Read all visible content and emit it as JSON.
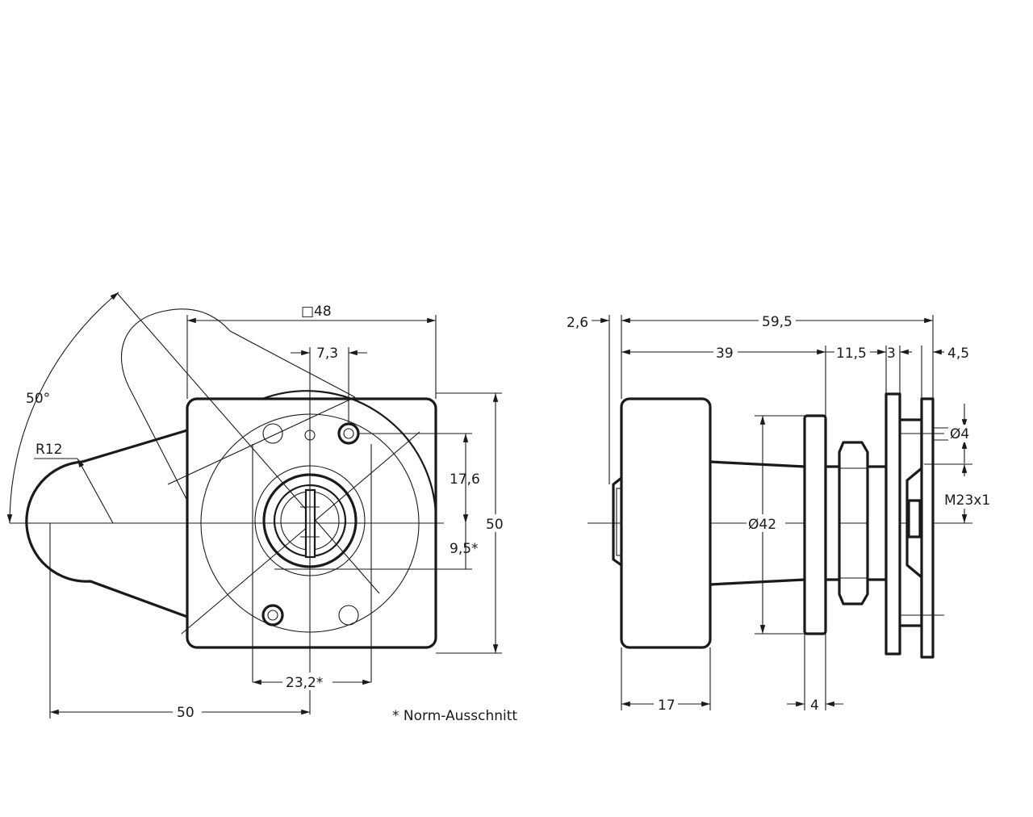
{
  "front_view": {
    "dims": {
      "square": "□48",
      "cam_offset": "7,3",
      "angle": "50°",
      "radius": "R12",
      "hole_spacing": "17,6",
      "height": "50",
      "cutout_offset": "9,5*",
      "cutout_width": "23,2*",
      "cam_length": "50"
    },
    "footnote": "* Norm-Ausschnitt"
  },
  "side_view": {
    "dims": {
      "knob_lip": "2,6",
      "overall_length": "59,5",
      "body_length": "39",
      "thread_length": "11,5",
      "plate_thickness": "3",
      "cam_thickness": "4,5",
      "hole_diameter": "Ø4",
      "thread": "M23x1",
      "knob_diameter": "Ø42",
      "knob_width": "17",
      "flange": "4"
    }
  }
}
